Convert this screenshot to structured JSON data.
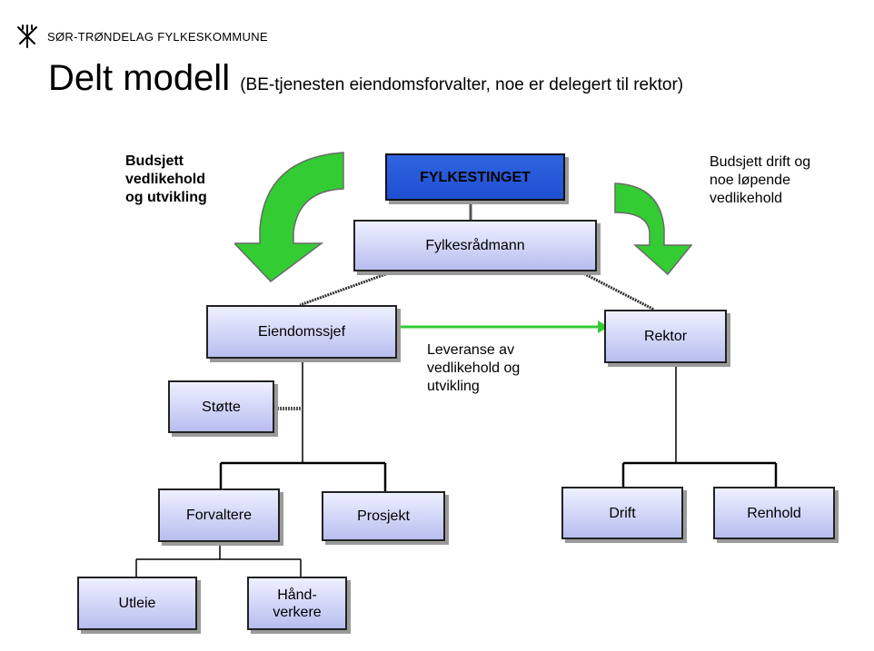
{
  "header": {
    "org": "SØR-TRØNDELAG FYLKESKOMMUNE",
    "title": "Delt modell",
    "subtitle": "(BE-tjenesten eiendomsforvalter, noe er delegert til rektor)"
  },
  "notes": {
    "left": [
      "Budsjett",
      "vedlikehold",
      "og utvikling"
    ],
    "right": [
      "Budsjett drift og",
      "noe løpende",
      "vedlikehold"
    ],
    "middle": [
      "Leveranse av",
      "vedlikehold og",
      "utvikling"
    ]
  },
  "nodes": {
    "fylkestinget": "FYLKESTINGET",
    "fylkesradmann": "Fylkesrådmann",
    "eiendomssjef": "Eiendomssjef",
    "rektor": "Rektor",
    "stotte": "Støtte",
    "forvaltere": "Forvaltere",
    "prosjekt": "Prosjekt",
    "drift": "Drift",
    "renhold": "Renhold",
    "utleie": "Utleie",
    "handverkere_1": "Hånd-",
    "handverkere_2": "verkere"
  },
  "colors": {
    "top_box": "#2f64e0",
    "box_fill": "#c8cdf5",
    "arrow": "#33cc33",
    "connector": "#33cc33"
  }
}
